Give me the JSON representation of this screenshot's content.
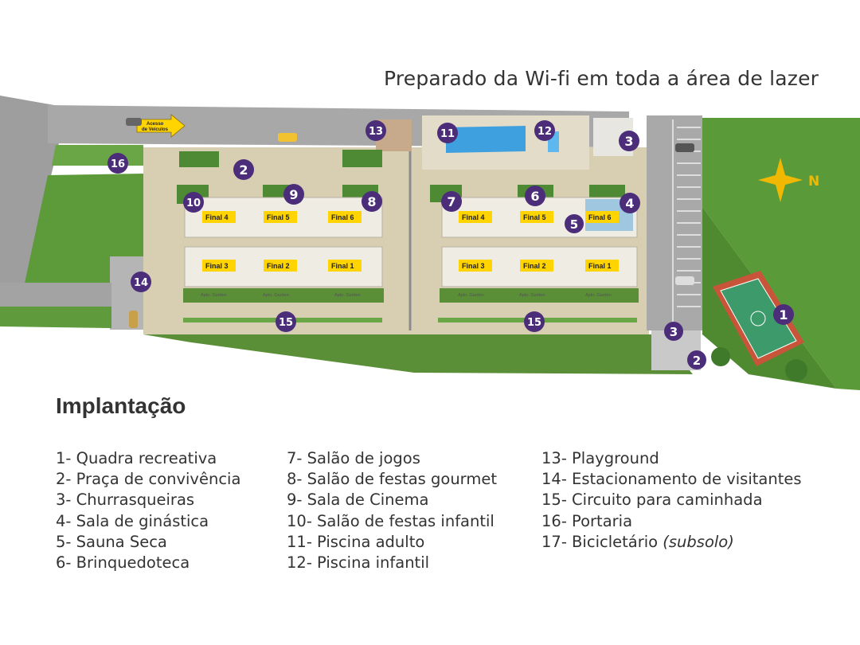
{
  "header": {
    "wifi_text": "Preparado da Wi-fi em toda a área de lazer"
  },
  "legend": {
    "title": "Implantação",
    "column1": [
      {
        "text": "1- Quadra recreativa"
      },
      {
        "text": "2- Praça de convivência"
      },
      {
        "text": "3- Churrasqueiras"
      },
      {
        "text": "4- Sala de ginástica"
      },
      {
        "text": "5- Sauna Seca"
      },
      {
        "text": "6- Brinquedoteca"
      }
    ],
    "column2": [
      {
        "text": "7- Salão de jogos"
      },
      {
        "text": "8- Salão de festas gourmet"
      },
      {
        "text": "9- Sala de Cinema"
      },
      {
        "text": "10- Salão de festas infantil"
      },
      {
        "text": "11- Piscina adulto"
      },
      {
        "text": "12- Piscina infantil"
      }
    ],
    "column3": [
      {
        "text": "13- Playground"
      },
      {
        "text": "14- Estacionamento de visitantes"
      },
      {
        "text": "15- Circuito para caminhada"
      },
      {
        "text": "16- Portaria"
      },
      {
        "text": "17- Bicicletário ",
        "note": "(subsolo)"
      }
    ]
  },
  "map": {
    "compass_label": "N",
    "access_label_line1": "Acesso",
    "access_label_line2": "de Veículos",
    "garden_label": "Apto. Garden",
    "markers": [
      "1",
      "2",
      "3",
      "4",
      "5",
      "6",
      "7",
      "8",
      "9",
      "10",
      "11",
      "12",
      "13",
      "14",
      "15",
      "16"
    ],
    "units_left_top": [
      "Final 4",
      "Final 5",
      "Final 6"
    ],
    "units_left_bottom": [
      "Final 3",
      "Final 2",
      "Final 1"
    ],
    "units_right_top": [
      "Final 4",
      "Final 5",
      "Final 6"
    ],
    "units_right_bottom": [
      "Final 3",
      "Final 2",
      "Final 1"
    ],
    "colors": {
      "marker": "#4b2d7a",
      "unit_label": "#ffd400",
      "grass": "#5c9a3a",
      "pool": "#3fa0e0",
      "paving": "#d6ccb0",
      "road": "#9c9c9c",
      "compass": "#f0b800"
    }
  }
}
